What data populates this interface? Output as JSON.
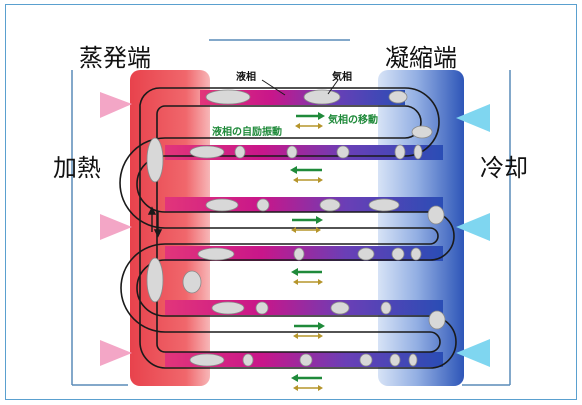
{
  "labels": {
    "evaporator": "蒸発端",
    "condenser": "凝縮端",
    "heating": "加熱",
    "cooling": "冷却",
    "liquid_phase": "液相",
    "vapor_phase": "気相",
    "liquid_self_oscillation": "液相の自励振動",
    "vapor_movement": "気相の移動"
  },
  "colors": {
    "hot": "#e8424c",
    "hot_light": "#f7b7b8",
    "cold": "#2e56b8",
    "cold_light": "#bdd0ef",
    "tube_mid": "#c8168a",
    "arrow_green": "#1f8a3a",
    "arrow_gold": "#b5952b",
    "heat_arrow": "#f3a6c6",
    "cool_arrow": "#7fd6f0",
    "frame": "#5aa0cf"
  },
  "icons": {
    "heat_arrow": "pink-triangle-arrow-icon",
    "cool_arrow": "cyan-triangle-arrow-icon",
    "oscillation": "green-gold-double-arrow-icon",
    "flow": "vertical-flow-arrow-icon"
  }
}
